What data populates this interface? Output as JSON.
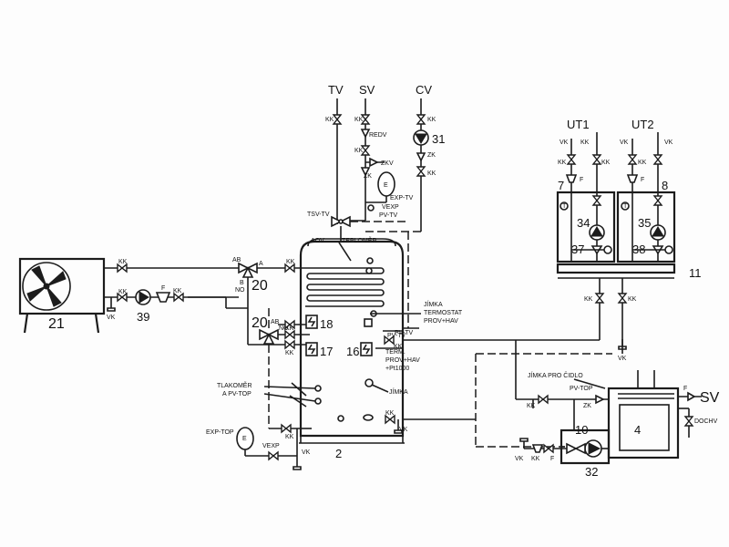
{
  "labels": {
    "tv": "TV",
    "sv_top": "SV",
    "cv": "CV",
    "ut1": "UT1",
    "ut2": "UT2",
    "sv_right": "SV",
    "kk": "KK",
    "vk": "VK",
    "redv": "REDV",
    "zkv": "ZKV",
    "zk": "ZK",
    "exp_tv": "EXP-TV",
    "vexp": "VEXP",
    "pv_tv": "PV-TV",
    "tsv_tv": "TSV-TV",
    "aov": "AOV",
    "teplomer": "TEPLOMĚR",
    "jimka": "JÍMKA",
    "termostat": "TERMOSTAT",
    "prov_hav": "PROV+HAV",
    "pv_tv2": "PV-TV",
    "term": "TERM.",
    "prov_hav2": "PROV+HAV",
    "pt1000": "+Pt1000",
    "tlakomer": "TLAKOMĚR",
    "a_pv_top": "A PV-TOP",
    "jimka2": "JÍMKA",
    "exp_top": "EXP-TOP",
    "vexp2": "VEXP",
    "jimka_cidlo": "JÍMKA PRO ČIDLO",
    "pv_top": "PV-TOP",
    "dochv": "DOCHV",
    "f": "F",
    "ab": "AB",
    "a": "A",
    "b": "B",
    "no": "NO",
    "e": "E",
    "t": "T"
  },
  "numbers": {
    "n2": "2",
    "n4": "4",
    "n7": "7",
    "n8": "8",
    "n10": "10",
    "n11": "11",
    "n16": "16",
    "n17": "17",
    "n18": "18",
    "n20a": "20",
    "n20b": "20",
    "n21": "21",
    "n31": "31",
    "n32": "32",
    "n34": "34",
    "n35": "35",
    "n37": "37",
    "n38": "38",
    "n39": "39"
  }
}
